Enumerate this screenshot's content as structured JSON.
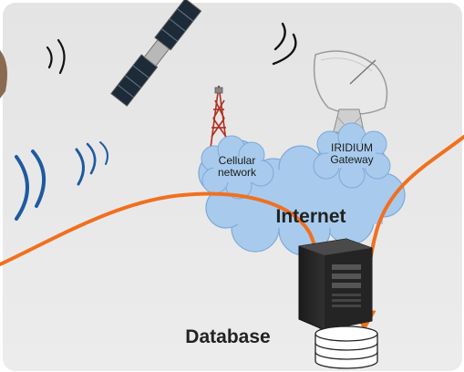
{
  "labels": {
    "cellular_line1": "Cellular",
    "cellular_line2": "network",
    "iridium_line1": "IRIDIUM",
    "iridium_line2": "Gateway",
    "internet": "Internet",
    "database": "Database"
  },
  "colors": {
    "panel_bg": "#e6e6e6",
    "cloud_fill": "#a8cbed",
    "cloud_edge": "#7fa9d6",
    "signal_blue": "#1e5aa0",
    "data_path": "#f07020",
    "server_body": "#2c2c2c"
  },
  "icons": [
    "satellite-icon",
    "satellite-dish-icon",
    "cell-tower-icon",
    "server-icon",
    "database-icon",
    "radio-wave-icon"
  ]
}
